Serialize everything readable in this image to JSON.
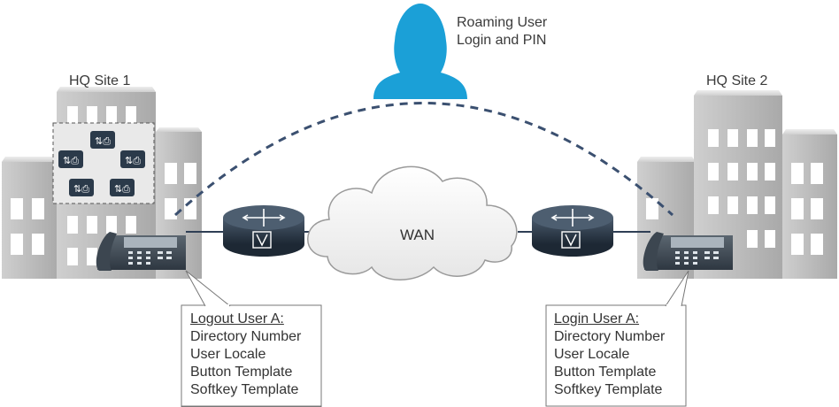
{
  "roaming": {
    "line1": "Roaming User",
    "line2": "Login and PIN"
  },
  "sites": {
    "left": "HQ Site 1",
    "right": "HQ Site 2"
  },
  "wan": {
    "label": "WAN"
  },
  "callout_left": {
    "heading": "Logout User A:",
    "items": [
      "Directory Number",
      "User Locale",
      "Button Template",
      "Softkey Template"
    ]
  },
  "callout_right": {
    "heading": "Login User A:",
    "items": [
      "Directory Number",
      "User Locale",
      "Button Template",
      "Softkey Template"
    ]
  },
  "colors": {
    "user": "#1ba0d7",
    "building_light": "#d9d9d9",
    "building_dark": "#9a9a9a",
    "window": "#ffffff",
    "router": "#2b3a4a",
    "dashed_arc": "#3b5070",
    "link_line": "#2f3f55"
  },
  "icons": [
    "user-silhouette-icon",
    "building-icon",
    "router-icon",
    "ip-phone-icon",
    "cloud-icon",
    "cluster-server-icon"
  ]
}
